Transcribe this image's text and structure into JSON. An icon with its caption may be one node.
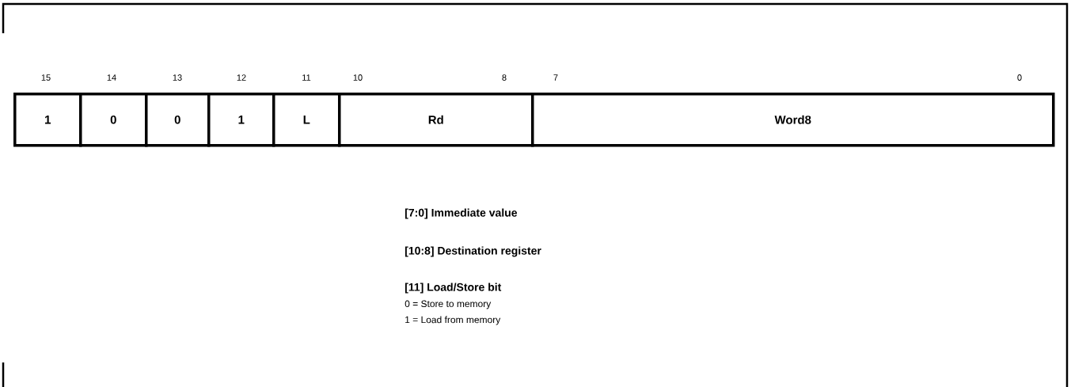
{
  "diagram": {
    "nodes": [
      {
        "text": [
          "1"
        ]
      },
      {
        "text": [
          "0"
        ]
      },
      {
        "text": [
          "0"
        ]
      },
      {
        "text": [
          "1"
        ]
      },
      {
        "text": [
          "L"
        ]
      },
      {
        "text": [
          "Rd"
        ]
      },
      {
        "text": [
          "Word8"
        ]
      }
    ],
    "labels": [
      "15",
      "14",
      "13",
      "12",
      "11",
      "10",
      "8",
      "7",
      "0",
      "[7:0] Immediate value",
      "[10:8] Destination register",
      "[11] Load/Store bit",
      "0 = Store to memory",
      "1 = Load from memory"
    ]
  }
}
